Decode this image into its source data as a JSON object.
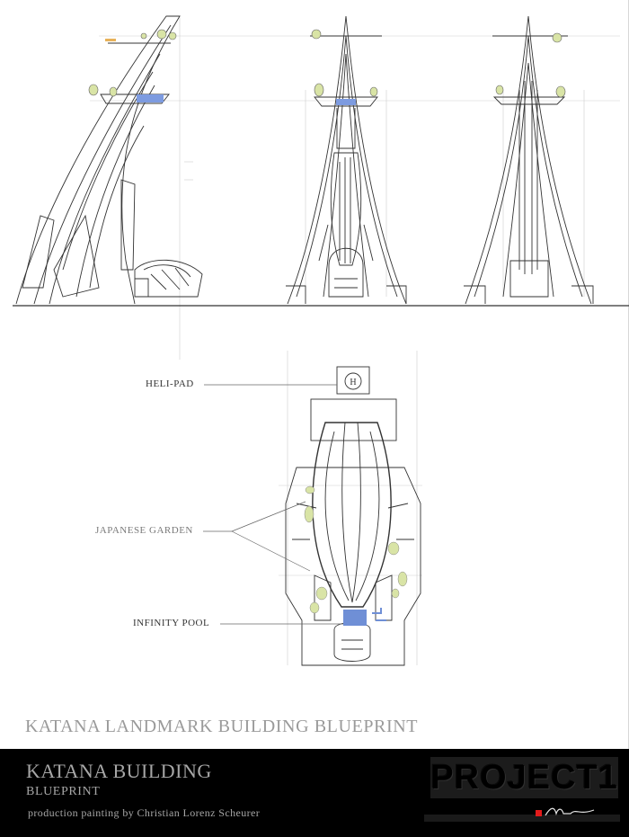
{
  "callouts": {
    "helipad": "HELI-PAD",
    "garden": "JAPANESE GARDEN",
    "pool": "INFINITY POOL"
  },
  "helipad_marker": "H",
  "sheet_title": "KATANA LANDMARK BUILDING BLUEPRINT",
  "footer": {
    "title": "KATANA BUILDING",
    "subtitle": "BLUEPRINT",
    "credit": "production painting by Christian Lorenz Scheurer",
    "logo": "PROJECT1"
  },
  "colors": {
    "line": "#333333",
    "guide": "#c8c8c8",
    "pool": "#6f8fd6",
    "foliage": "#d9e4a6",
    "footer_bg": "#000000",
    "footer_text": "#a6a6a6",
    "accent_red": "#e21b1b"
  }
}
